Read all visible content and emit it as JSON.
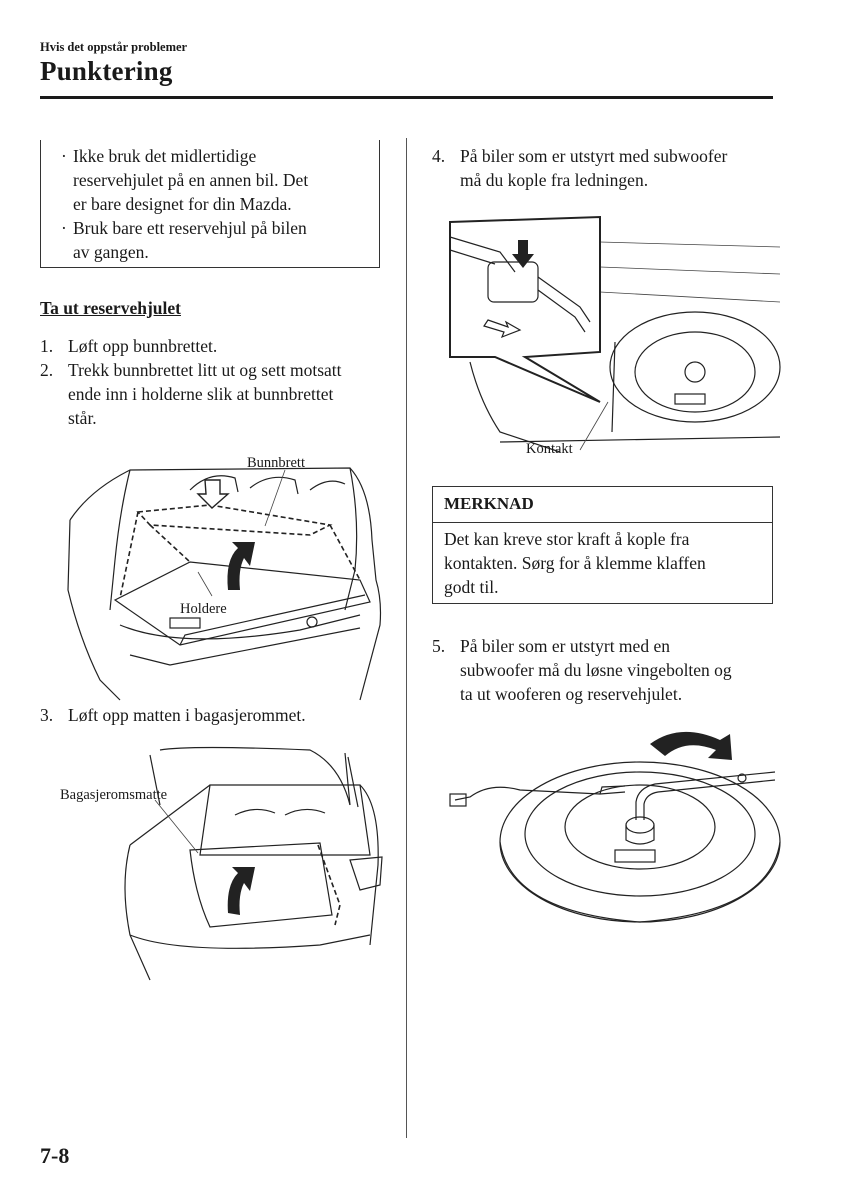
{
  "header": {
    "section": "Hvis det oppstår problemer",
    "title": "Punktering"
  },
  "caution": {
    "bullets": [
      [
        "Ikke bruk det midlertidige",
        "reservehjulet på en annen bil. Det",
        "er bare designet for din Mazda."
      ],
      [
        "Bruk bare ett reservehjul på bilen",
        "av gangen."
      ]
    ]
  },
  "removal": {
    "heading": "Ta ut reservehjulet",
    "step1": {
      "num": "1.",
      "lines": [
        "Løft opp bunnbrettet."
      ]
    },
    "step2": {
      "num": "2.",
      "lines": [
        "Trekk bunnbrettet litt ut og sett motsatt",
        "ende inn i holderne slik at bunnbrettet",
        "står."
      ]
    },
    "fig1": {
      "label_top": "Bunnbrett",
      "label_bottom": "Holdere"
    },
    "step3": {
      "num": "3.",
      "lines": [
        "Løft opp matten i bagasjerommet."
      ]
    },
    "fig2": {
      "label": "Bagasjeromsmatte"
    }
  },
  "right": {
    "step4": {
      "num": "4.",
      "lines": [
        "På biler som er utstyrt med subwoofer",
        "må du kople fra ledningen."
      ]
    },
    "fig3": {
      "label": "Kontakt"
    },
    "note": {
      "heading": "MERKNAD",
      "lines": [
        "Det kan kreve stor kraft å kople fra",
        "kontakten. Sørg for å klemme klaffen",
        "godt til."
      ]
    },
    "step5": {
      "num": "5.",
      "lines": [
        "På biler som er utstyrt med en",
        "subwoofer må du løsne vingebolten og",
        "ta ut wooferen og reservehjulet."
      ]
    }
  },
  "footer": {
    "page_number": "7-8"
  }
}
